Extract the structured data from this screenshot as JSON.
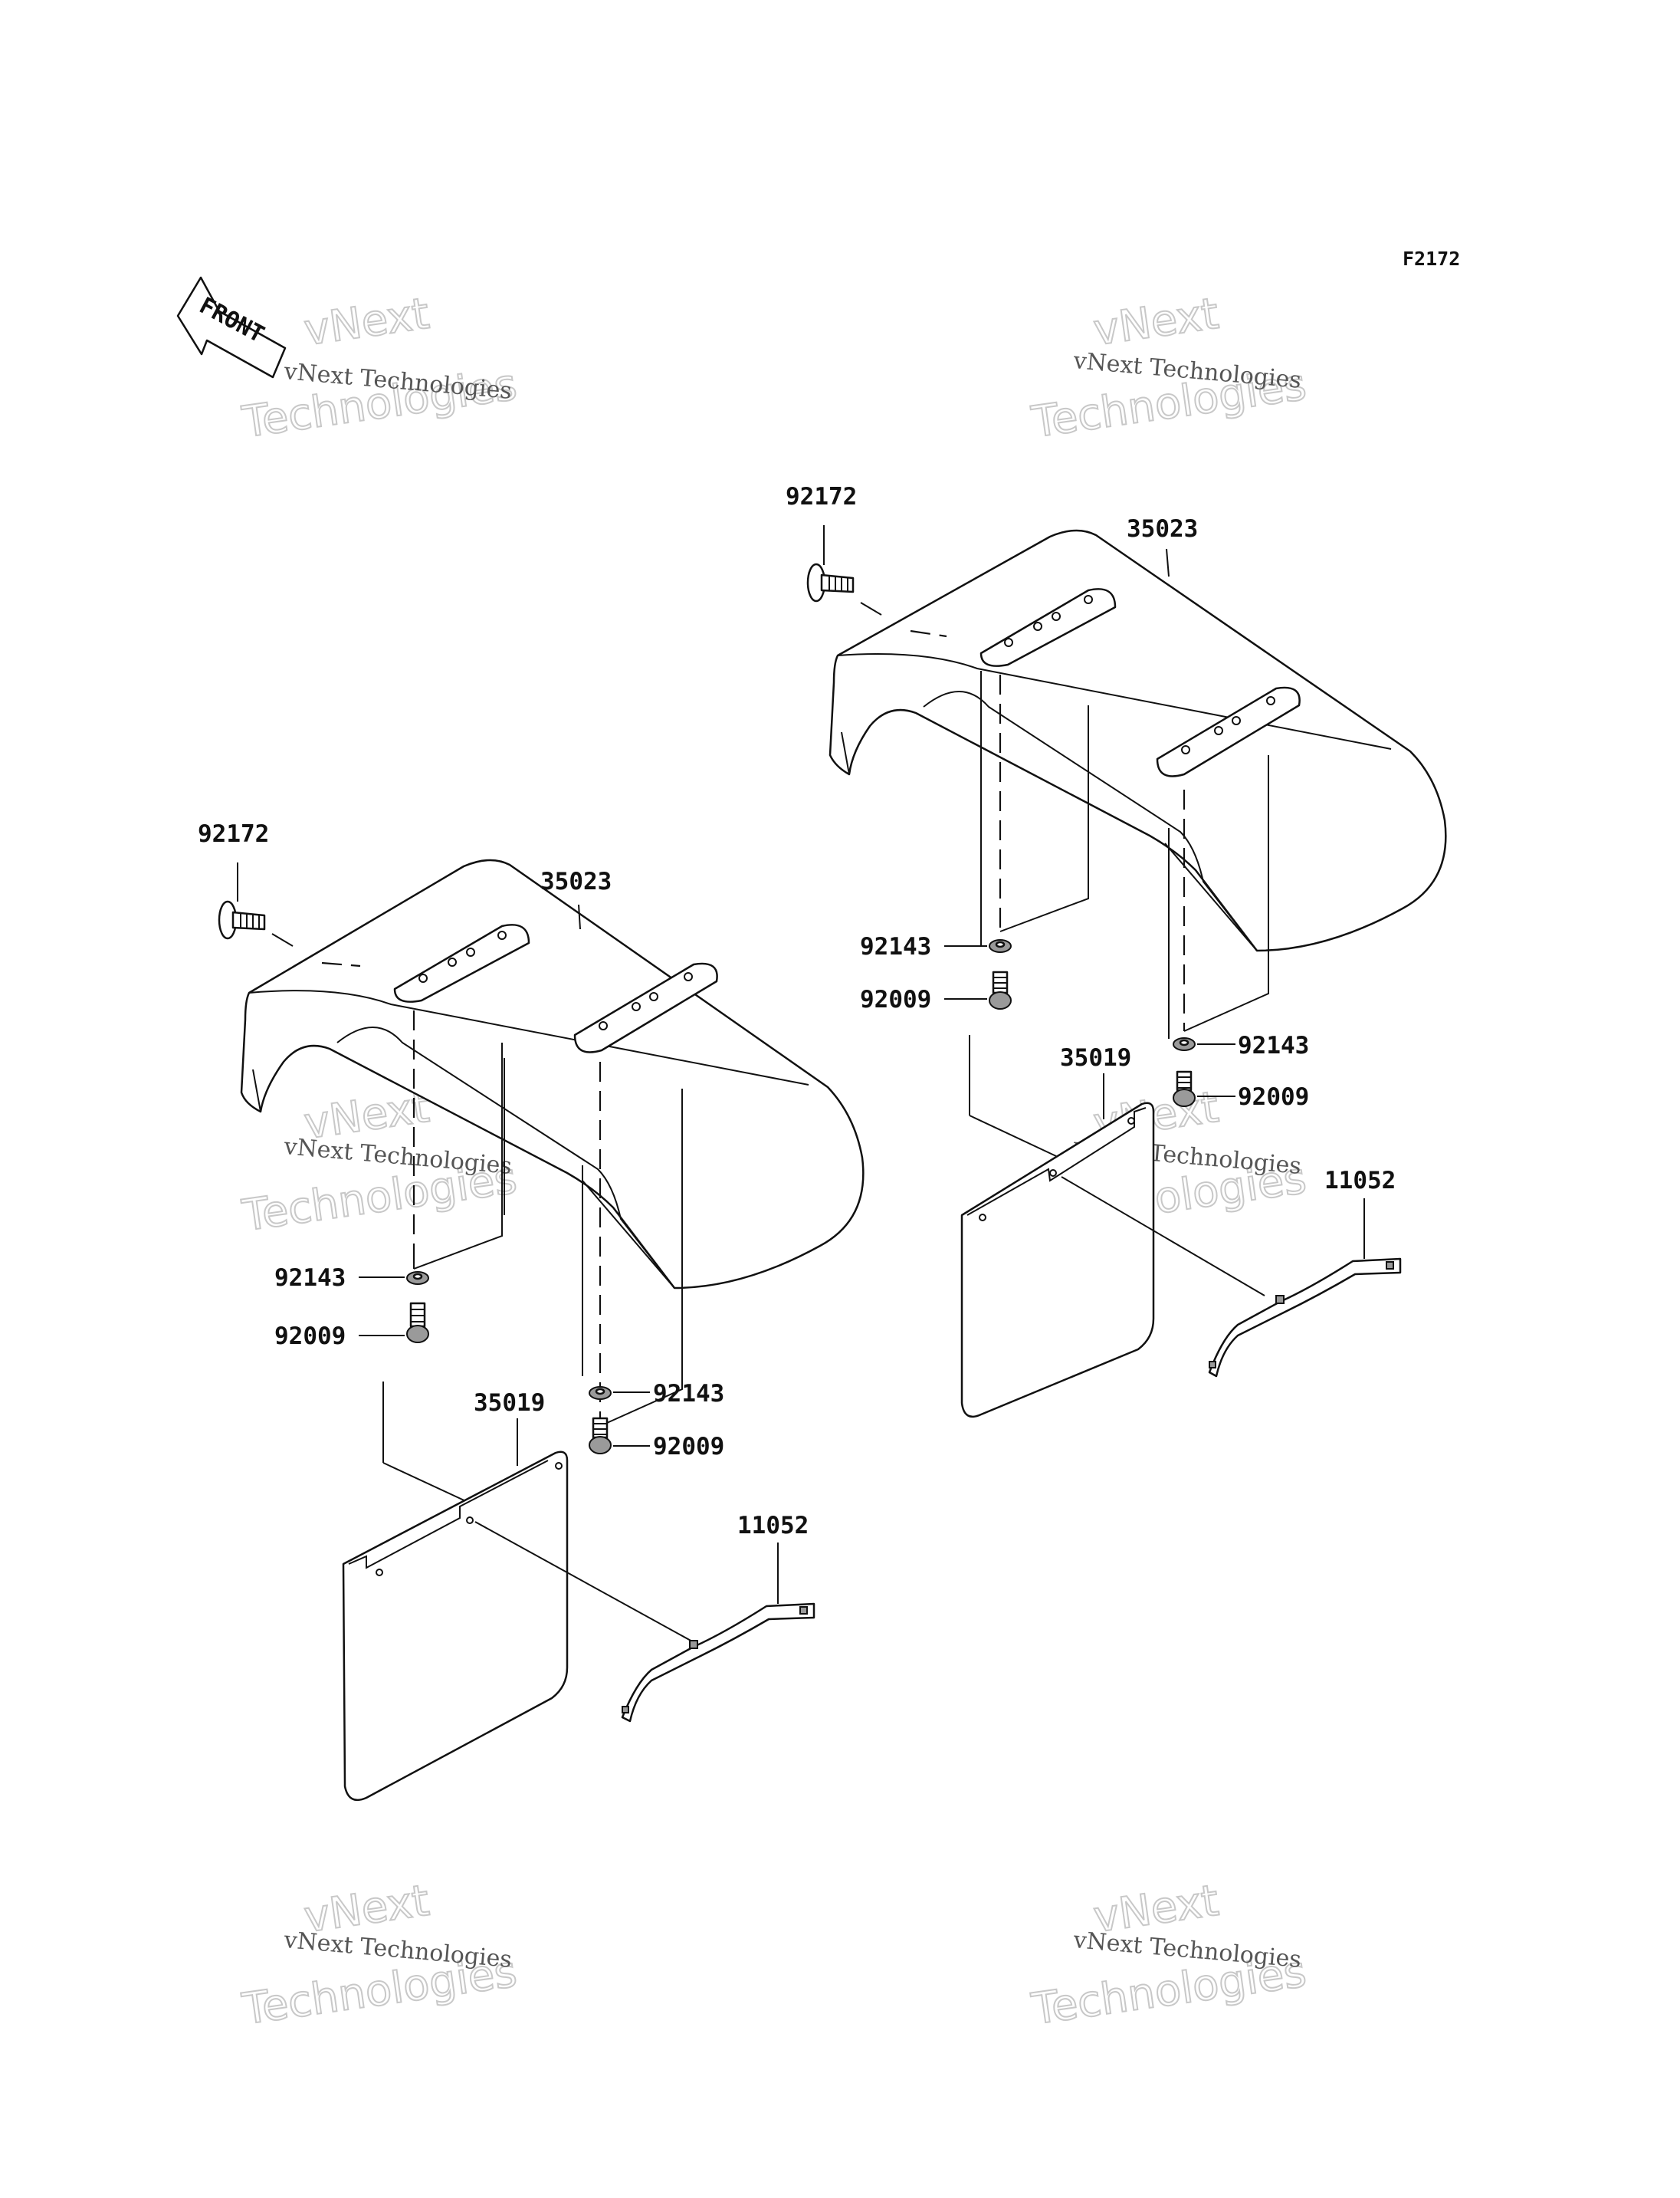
{
  "figure_code": "F2172",
  "front_label": "FRONT",
  "watermark": {
    "line_small": "vNext Technologies",
    "line_vnext": "vNext",
    "line_tech": "Technologies"
  },
  "left_assembly": {
    "bolt_label": "92172",
    "fender_label": "35023",
    "washer_inner_label": "92143",
    "screw_inner_label": "92009",
    "washer_outer_label": "92143",
    "screw_outer_label": "92009",
    "mudflap_label": "35019",
    "bracket_label": "11052"
  },
  "right_assembly": {
    "bolt_label": "92172",
    "fender_label": "35023",
    "washer_inner_label": "92143",
    "screw_inner_label": "92009",
    "washer_outer_label": "92143",
    "screw_outer_label": "92009",
    "mudflap_label": "35019",
    "bracket_label": "11052"
  }
}
